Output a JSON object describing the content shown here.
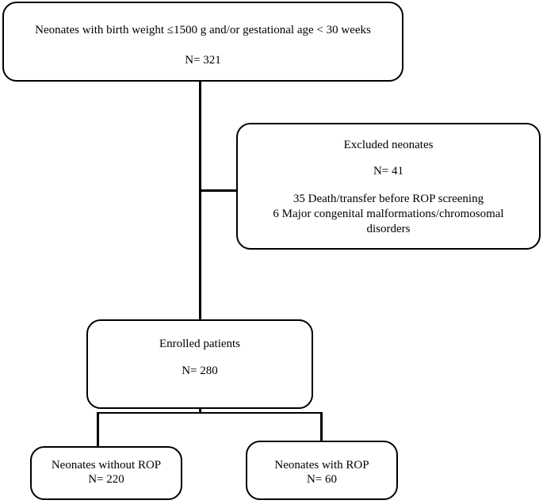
{
  "screened": {
    "title": "Neonates with birth weight ≤1500 g and/or gestational age < 30 weeks",
    "count": "N= 321"
  },
  "excluded": {
    "title": "Excluded neonates",
    "count": "N= 41",
    "reason_1": "35 Death/transfer before ROP screening",
    "reason_2": "6 Major congenital malformations/chromosomal disorders"
  },
  "enrolled": {
    "title": "Enrolled patients",
    "count": "N= 280"
  },
  "without_rop": {
    "title": "Neonates without ROP",
    "count": "N= 220"
  },
  "with_rop": {
    "title": "Neonates with ROP",
    "count": "N= 60"
  }
}
